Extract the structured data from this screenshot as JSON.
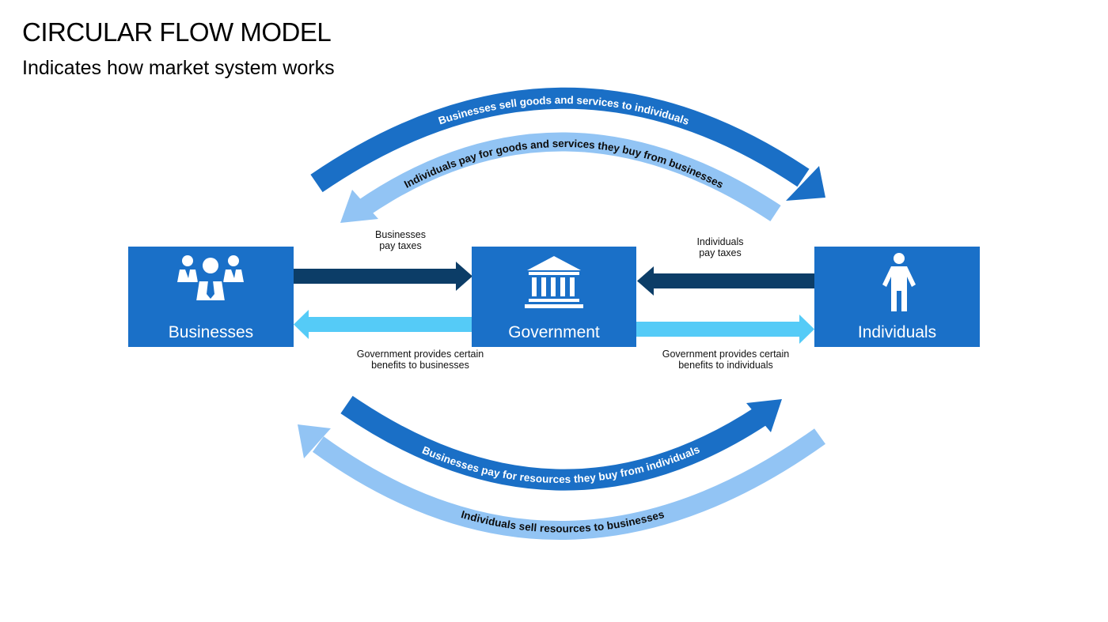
{
  "page": {
    "title": "CIRCULAR FLOW MODEL",
    "subtitle": "Indicates how market system works"
  },
  "nodes": {
    "businesses": "Businesses",
    "government": "Government",
    "individuals": "Individuals"
  },
  "flows": {
    "top_outer": "Businesses sell goods and services to individuals",
    "top_inner": "Individuals pay for goods and services they buy from businesses",
    "bottom_inner": "Businesses pay for resources they buy from individuals",
    "bottom_outer": "Individuals sell resources to businesses",
    "biz_taxes_line1": "Businesses",
    "biz_taxes_line2": "pay taxes",
    "ind_taxes_line1": "Individuals",
    "ind_taxes_line2": "pay taxes",
    "gov_biz_line1": "Government provides certain",
    "gov_biz_line2": "benefits to businesses",
    "gov_ind_line1": "Government provides certain",
    "gov_ind_line2": "benefits to individuals"
  },
  "colors": {
    "box": "#1a70c8",
    "dark_arc": "#1a6fc6",
    "light_arc": "#92c4f4",
    "navy_arrow": "#0c3d67",
    "cyan_arrow": "#55cbf7"
  },
  "icons": {
    "businesses": "business-people-icon",
    "government": "government-building-icon",
    "individuals": "person-icon"
  }
}
